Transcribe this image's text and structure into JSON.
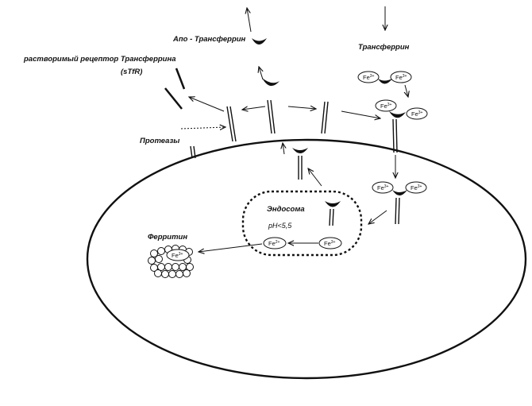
{
  "labels": {
    "apo_transferrin": "Апо - Трансферрин",
    "transferrin": "Трансферрин",
    "stfr_line1": "растворимый рецептор Трансферрина",
    "stfr_line2": "(sTfR)",
    "proteases": "Протеазы",
    "endosome": "Эндосома",
    "ph": "pH<5,5",
    "ferritin": "Ферритин"
  },
  "iron": {
    "symbol": "Fe",
    "charge_3": "3+",
    "charge_2": "2+"
  }
}
